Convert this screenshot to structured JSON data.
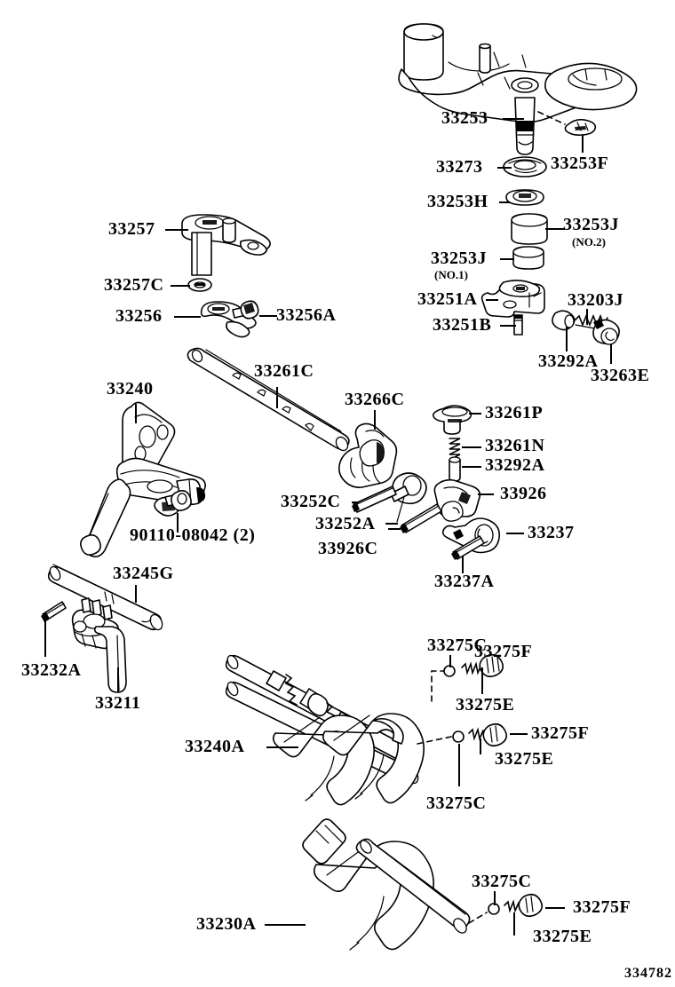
{
  "diagram": {
    "id": "334782",
    "title": "Toyota Manual Transmission Shift Fork & Lever Shaft Exploded Parts Diagram",
    "line_color": "#000000",
    "background_color": "#ffffff"
  },
  "labels": {
    "p33253": "33253",
    "p33253F": "33253F",
    "p33273": "33273",
    "p33253H": "33253H",
    "p33253J2": "33253J",
    "p33253J2_note": "(NO.2)",
    "p33253J1": "33253J",
    "p33253J1_note": "(NO.1)",
    "p33251A": "33251A",
    "p33251B": "33251B",
    "p33203J": "33203J",
    "p33292A_r": "33292A",
    "p33263E": "33263E",
    "p33257": "33257",
    "p33257C": "33257C",
    "p33256": "33256",
    "p33256A": "33256A",
    "p33261C": "33261C",
    "p33240": "33240",
    "p90110": "90110-08042 (2)",
    "p33266C": "33266C",
    "p33261P": "33261P",
    "p33261N": "33261N",
    "p33292A_m": "33292A",
    "p33926": "33926",
    "p33252C": "33252C",
    "p33252A": "33252A",
    "p33926C": "33926C",
    "p33237": "33237",
    "p33237A": "33237A",
    "p33245G": "33245G",
    "p33232A": "33232A",
    "p33211": "33211",
    "p33240A": "33240A",
    "p33275F_1": "33275F",
    "p33275C_1": "33275C",
    "p33275E_1": "33275E",
    "p33275F_2": "33275F",
    "p33275E_2": "33275E",
    "p33275C_2": "33275C",
    "p33230A": "33230A",
    "p33275C_3": "33275C",
    "p33275F_3": "33275F",
    "p33275E_3": "33275E"
  }
}
